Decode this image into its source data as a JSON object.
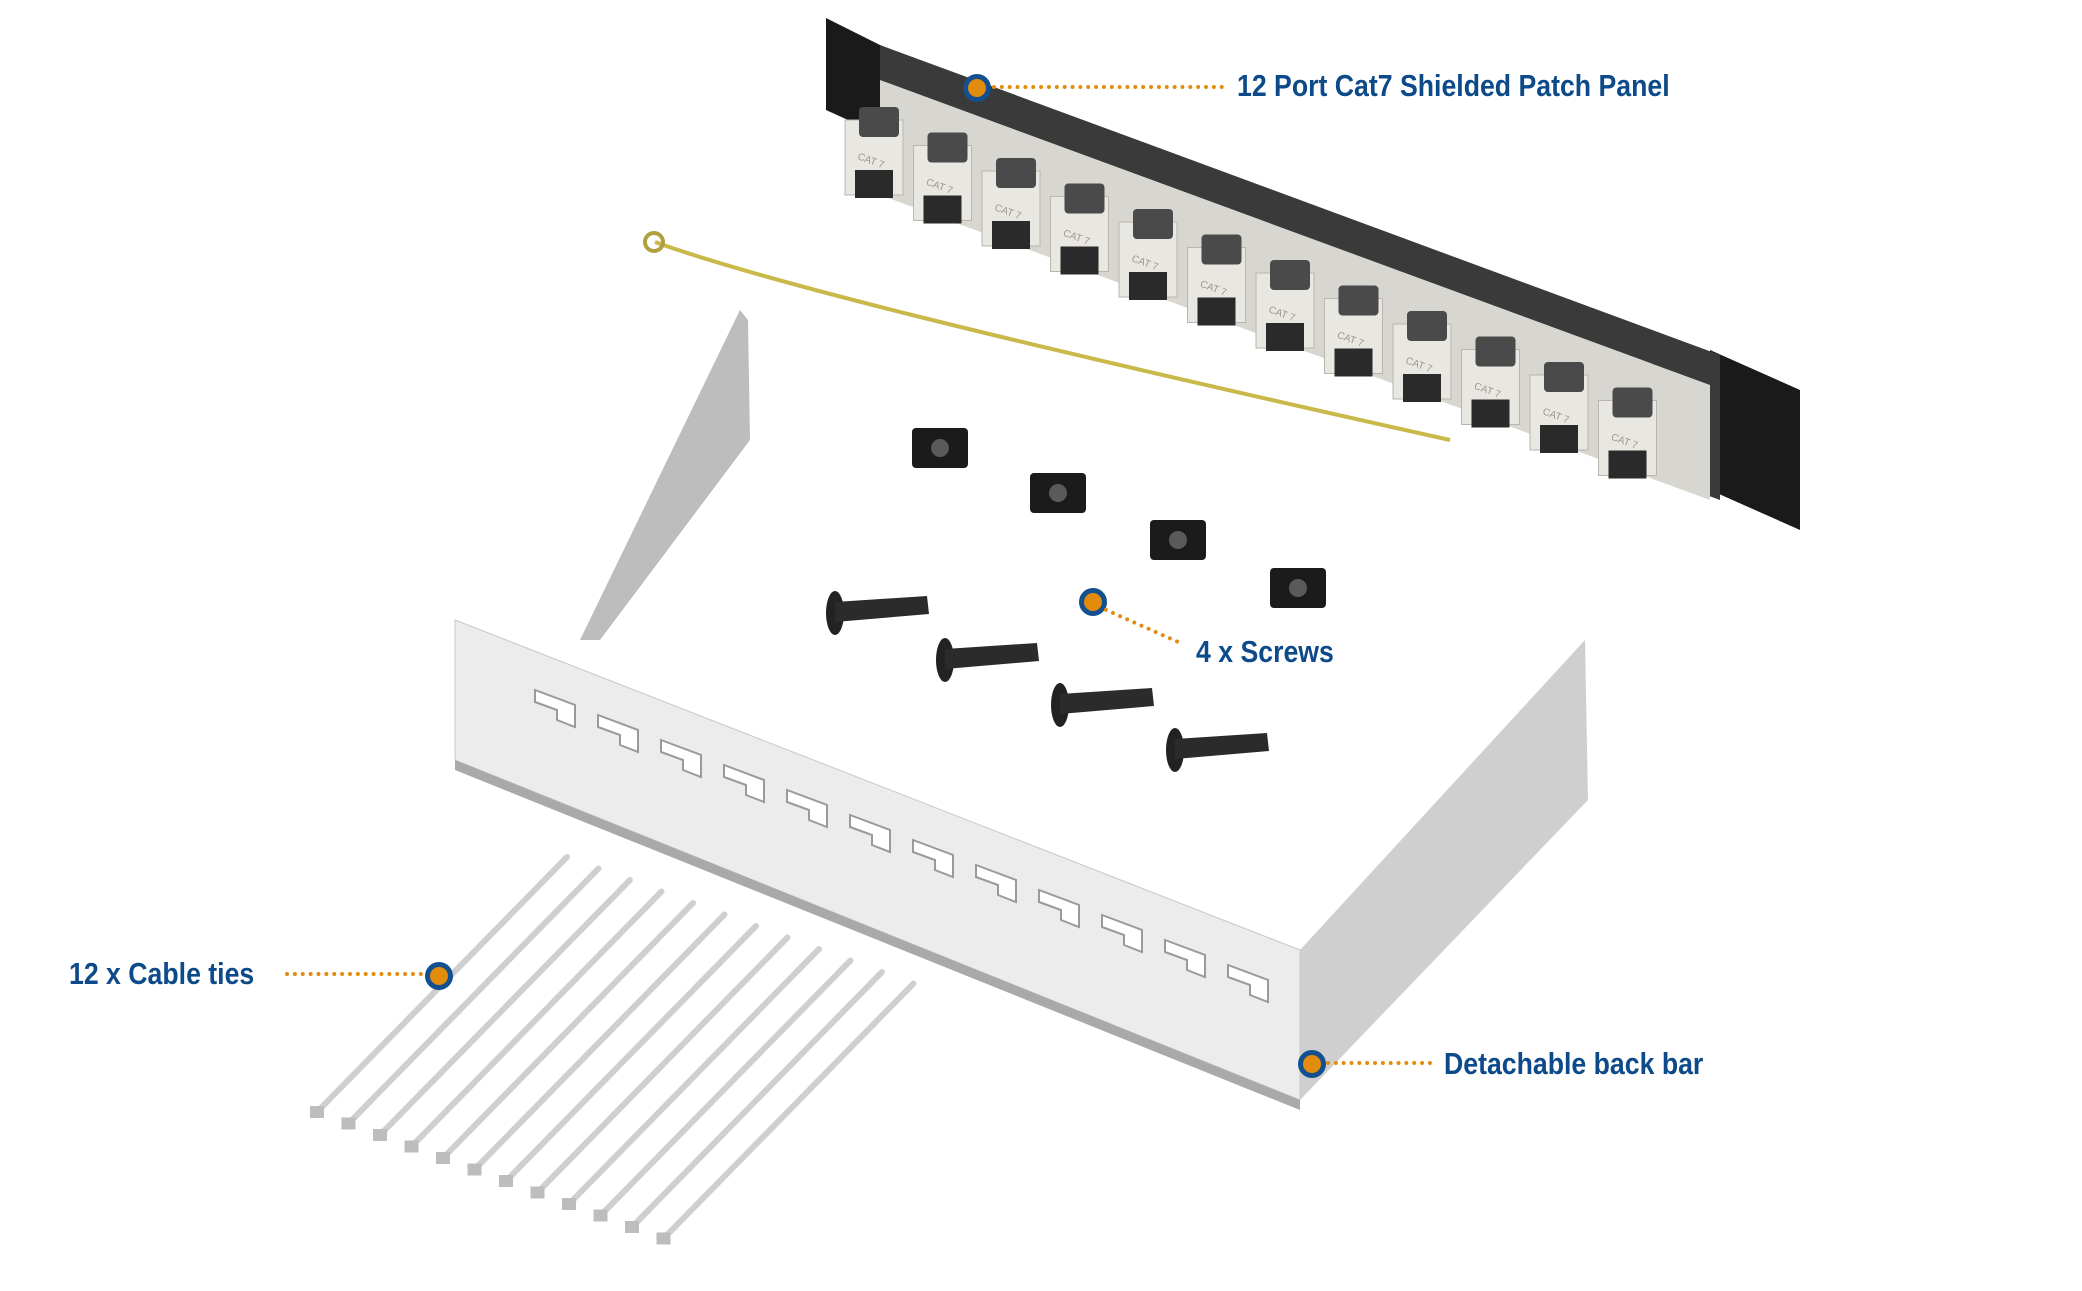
{
  "callouts": {
    "patch_panel": "12 Port Cat7 Shielded Patch Panel",
    "screws": "4 x Screws",
    "cable_ties": "12 x Cable ties",
    "back_bar": "Detachable back bar"
  },
  "colors": {
    "label_text": "#0d4a8a",
    "marker_fill": "#e38b0c",
    "marker_ring": "#12508f"
  },
  "product": {
    "port_count": 12,
    "screw_count": 4,
    "cage_nut_count": 4,
    "cable_tie_count": 12,
    "port_marking": "CAT 7"
  }
}
